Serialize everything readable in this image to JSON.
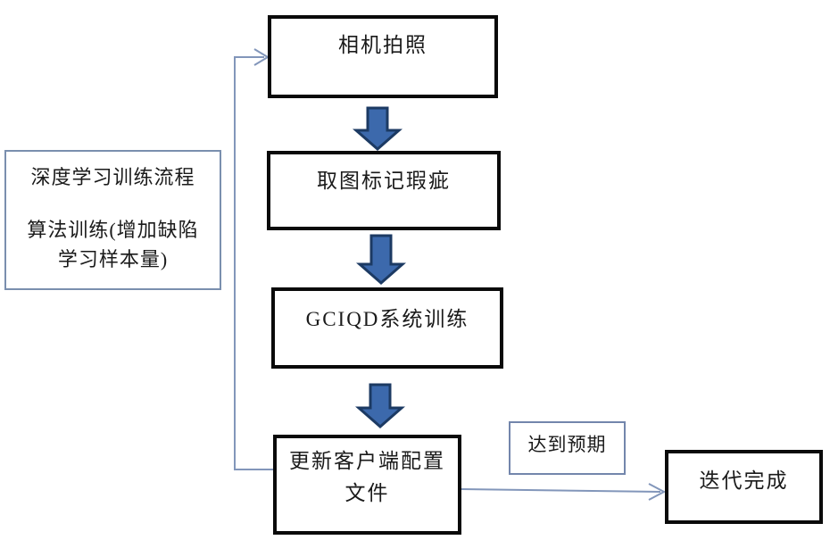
{
  "diagram": {
    "left_note": {
      "title": "深度学习训练流程",
      "body_line1": "算法训练(增加缺陷",
      "body_line2": "学习样本量)"
    },
    "steps": [
      {
        "label": "相机拍照"
      },
      {
        "label": "取图标记瑕疵"
      },
      {
        "label": "GCIQD系统训练"
      },
      {
        "label": "更新客户端配置文件",
        "line1": "更新客户端配置",
        "line2": "文件"
      }
    ],
    "branch_label": "达到预期",
    "end_label": "迭代完成",
    "colors": {
      "block_arrow_fill": "#3c69ac",
      "block_arrow_border": "#1c3a63",
      "connector": "#8296ba",
      "step_border": "#0a0a0a",
      "note_border": "#7a8fae"
    }
  }
}
